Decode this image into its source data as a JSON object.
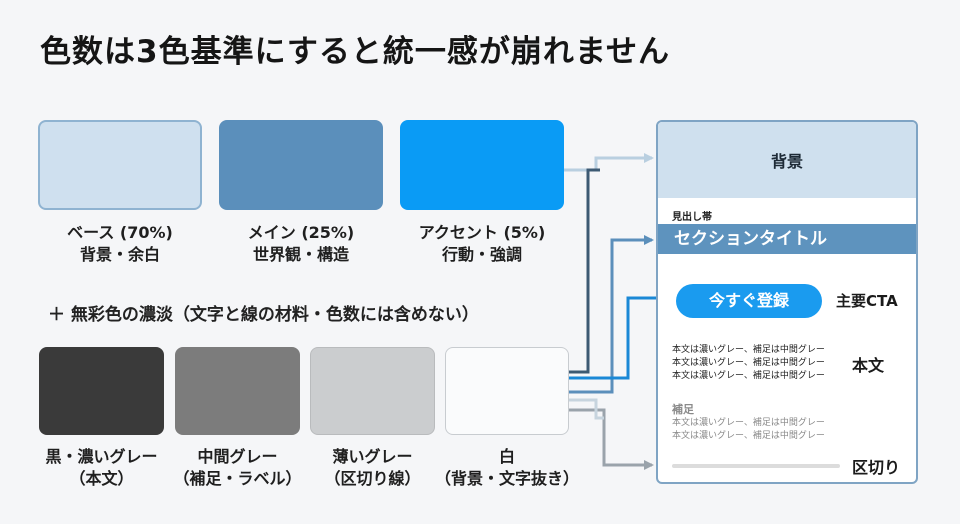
{
  "title": "色数は3色基準にすると統一感が崩れません",
  "colors": {
    "base": "#cfe0ef",
    "main": "#5b8fbb",
    "accent": "#0a9bf5",
    "black": "#3a3a3a",
    "mid_gray": "#7c7c7c",
    "light_gray": "#cbcdcf",
    "white": "#fafbfc"
  },
  "swatches_top": [
    {
      "label": "ベース (70%)",
      "use": "背景・余白"
    },
    {
      "label": "メイン (25%)",
      "use": "世界観・構造"
    },
    {
      "label": "アクセント (5%)",
      "use": "行動・強調"
    }
  ],
  "achromatic_note": "＋ 無彩色の濃淡（文字と線の材料・色数には含めない）",
  "swatches_bottom": [
    {
      "label": "黒・濃いグレー",
      "use": "（本文）"
    },
    {
      "label": "中間グレー",
      "use": "（補足・ラベル）"
    },
    {
      "label": "薄いグレー",
      "use": "（区切り線）"
    },
    {
      "label": "白",
      "use": "（背景・文字抜き）"
    }
  ],
  "mockup": {
    "background_label": "背景",
    "heading_band_caption": "見出し帯",
    "section_title": "セクションタイトル",
    "cta_button": "今すぐ登録",
    "body_lines": [
      "本文は濃いグレー、補足は中間グレー",
      "本文は濃いグレー、補足は中間グレー",
      "本文は濃いグレー、補足は中間グレー"
    ],
    "supplement_label": "補足",
    "supplement_lines": [
      "本文は濃いグレー、補足は中間グレー",
      "本文は濃いグレー、補足は中間グレー"
    ]
  },
  "side_labels": {
    "cta": "主要CTA",
    "body": "本文",
    "divider": "区切り"
  }
}
